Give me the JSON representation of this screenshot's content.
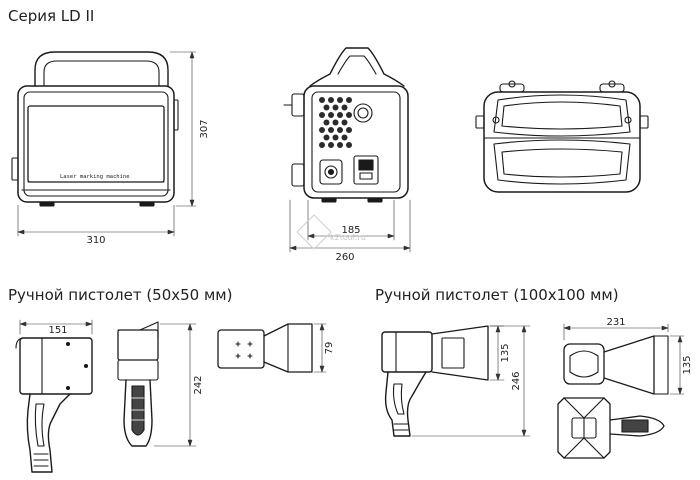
{
  "sections": {
    "ld2": {
      "title": "Серия LD II"
    },
    "gun50": {
      "title": "Ручной пистолет (50x50 мм)"
    },
    "gun100": {
      "title": "Ручной пистолет (100x100 мм)"
    }
  },
  "dimensions": {
    "ld2_front_width": "310",
    "ld2_front_height": "307",
    "ld2_side_depth": "185",
    "ld2_side_total": "260",
    "gun50_side_length": "151",
    "gun50_front_height": "242",
    "gun50_top_width": "79",
    "gun100_side_width": "135",
    "gun100_side_height": "246",
    "gun100_top_length": "231",
    "gun100_top_width": "135"
  },
  "machine": {
    "panel_label": "Laser marking machine"
  },
  "watermark": {
    "text": "k2tool.ru"
  },
  "colors": {
    "line": "#1a1a1a",
    "dim": "#333333",
    "watermark": "#cfcfcf"
  }
}
